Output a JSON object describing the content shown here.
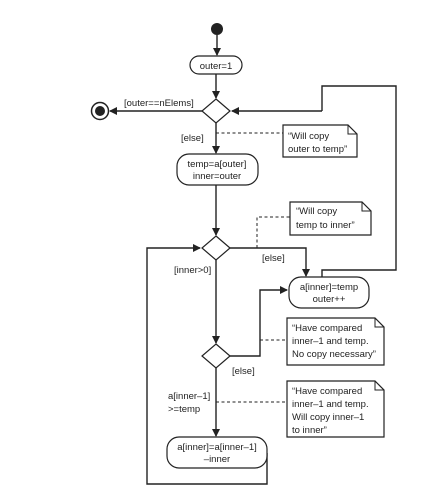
{
  "diagram": {
    "actions": {
      "outer_init": "outer=1",
      "temp_assign": [
        "temp=a[outer]",
        "inner=outer"
      ],
      "insert": [
        "a[inner]=temp",
        "outer++"
      ],
      "shift": [
        "a[inner]=a[inner–1]",
        "–inner"
      ]
    },
    "guards": {
      "done": "[outer==nElems]",
      "else_1": "[else]",
      "else_2": "[else]",
      "else_3": "[else]",
      "inner_pos": "[inner>0]",
      "compare": [
        "a[inner–1]",
        ">=temp"
      ]
    },
    "notes": {
      "copy_outer": [
        "“Will copy",
        "outer to temp”"
      ],
      "copy_temp": [
        "“Will copy",
        "temp to inner”"
      ],
      "no_copy": [
        "“Have compared",
        "inner–1 and temp.",
        "No copy necessary”"
      ],
      "will_copy": [
        "“Have compared",
        "inner–1 and temp.",
        "Will copy inner–1",
        "to inner”"
      ]
    }
  }
}
